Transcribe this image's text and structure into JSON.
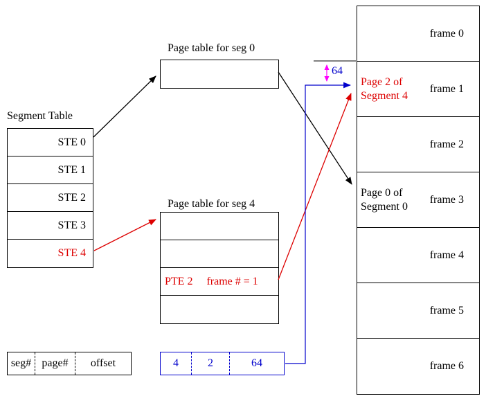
{
  "colors": {
    "black": "#000000",
    "red": "#dd0000",
    "blue": "#0000cc",
    "magenta": "#ff00ff"
  },
  "segment_table": {
    "title": "Segment Table",
    "rows": [
      {
        "label": "STE 0"
      },
      {
        "label": "STE 1"
      },
      {
        "label": "STE 2"
      },
      {
        "label": "STE 3"
      },
      {
        "label": "STE 4"
      }
    ]
  },
  "page_table_seg0": {
    "title": "Page table for seg 0"
  },
  "page_table_seg4": {
    "title": "Page table for seg 4",
    "pte_label": "PTE 2",
    "pte_value": "frame # = 1"
  },
  "frame_table": {
    "frames": [
      {
        "label": "frame 0",
        "content_line1": "",
        "content_line2": ""
      },
      {
        "label": "frame 1",
        "content_line1": "Page 2 of",
        "content_line2": "Segment 4"
      },
      {
        "label": "frame 2",
        "content_line1": "",
        "content_line2": ""
      },
      {
        "label": "frame 3",
        "content_line1": "Page 0 of",
        "content_line2": "Segment 0"
      },
      {
        "label": "frame 4",
        "content_line1": "",
        "content_line2": ""
      },
      {
        "label": "frame 5",
        "content_line1": "",
        "content_line2": ""
      },
      {
        "label": "frame 6",
        "content_line1": "",
        "content_line2": ""
      }
    ]
  },
  "address_format": {
    "fields": [
      {
        "label": "seg#"
      },
      {
        "label": "page#"
      },
      {
        "label": "offset"
      }
    ]
  },
  "address_value": {
    "fields": [
      {
        "value": "4"
      },
      {
        "value": "2"
      },
      {
        "value": "64"
      }
    ]
  },
  "offset_annotation": "64"
}
